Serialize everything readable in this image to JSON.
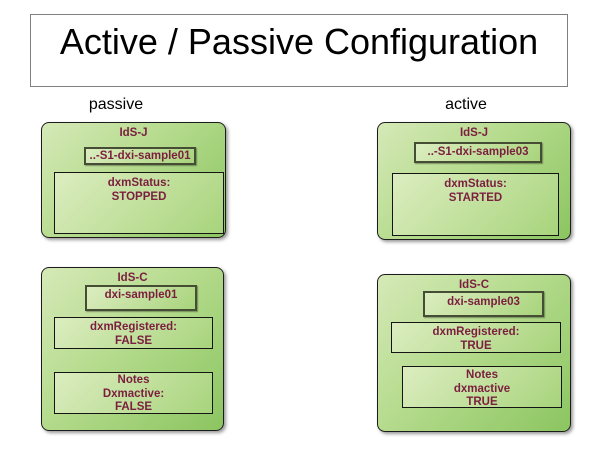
{
  "title": "Active / Passive Configuration",
  "columns": {
    "passive_label": "passive",
    "active_label": "active"
  },
  "colors": {
    "node_gradient_light": "#d6e9b8",
    "node_gradient_dark": "#8cc561",
    "node_border": "#1c1c1c",
    "node_text": "#7b1e3f",
    "title_border": "#7f7f7f",
    "background": "#ffffff"
  },
  "nodes": {
    "ids_j_passive": {
      "title": "IdS-J",
      "sample": "..-S1-dxi-sample01",
      "status_lines": [
        "dxmStatus:",
        "STOPPED"
      ]
    },
    "ids_j_active": {
      "title": "IdS-J",
      "sample": "..-S1-dxi-sample03",
      "status_lines": [
        "dxmStatus:",
        "STARTED"
      ]
    },
    "ids_c_passive": {
      "title": "IdS-C",
      "sample": "dxi-sample01",
      "registered_lines": [
        "dxmRegistered:",
        "FALSE"
      ],
      "notes_lines": [
        "Notes",
        "Dxmactive:",
        "FALSE"
      ]
    },
    "ids_c_active": {
      "title": "IdS-C",
      "sample": "dxi-sample03",
      "registered_lines": [
        "dxmRegistered:",
        "TRUE"
      ],
      "notes_lines": [
        "Notes",
        "dxmactive",
        "TRUE"
      ]
    }
  }
}
